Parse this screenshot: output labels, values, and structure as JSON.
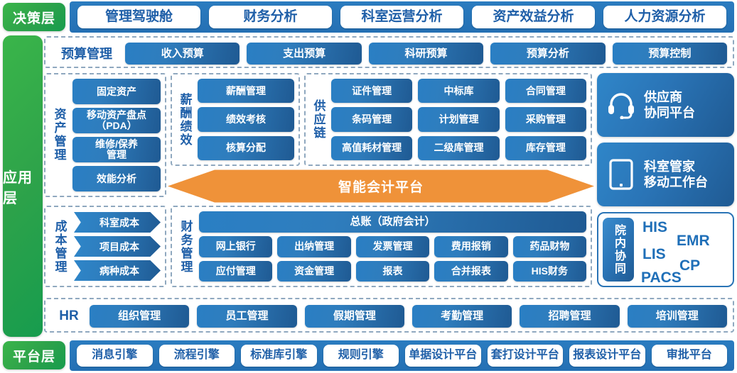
{
  "layers": {
    "decision": "决策层",
    "application": "应用层",
    "platform": "平台层"
  },
  "decision_bar": {
    "items": [
      "管理驾驶舱",
      "财务分析",
      "科室运营分析",
      "资产效益分析",
      "人力资源分析"
    ]
  },
  "budget": {
    "label": "预算管理",
    "items": [
      "收入预算",
      "支出预算",
      "科研预算",
      "预算分析",
      "预算控制"
    ]
  },
  "asset": {
    "label": "资产管理",
    "items": [
      "固定资产",
      "移动资产盘点\n（PDA）",
      "维修/保养\n管理",
      "效能分析"
    ]
  },
  "salary": {
    "label": "薪酬绩效",
    "items": [
      "薪酬管理",
      "绩效考核",
      "核算分配"
    ]
  },
  "supply": {
    "label": "供应链",
    "items": [
      "证件管理",
      "中标库",
      "合同管理",
      "条码管理",
      "计划管理",
      "采购管理",
      "高值耗材管理",
      "二级库管理",
      "库存管理"
    ]
  },
  "center_platform": {
    "title": "智能会计平台",
    "color": "#ef9239"
  },
  "cost": {
    "label": "成本管理",
    "items": [
      "科室成本",
      "项目成本",
      "病种成本"
    ]
  },
  "finance": {
    "label": "财务管理",
    "ledger": "总账（政府会计）",
    "row1": [
      "网上银行",
      "出纳管理",
      "发票管理",
      "费用报销",
      "药品财物"
    ],
    "row2": [
      "应付管理",
      "资金管理",
      "报表",
      "合并报表",
      "HIS财务"
    ]
  },
  "right_cards": {
    "supplier": {
      "title": "供应商\n协同平台",
      "icon": "headset-icon"
    },
    "mobile": {
      "title": "科室管家\n移动工作台",
      "icon": "tablet-icon"
    },
    "coordination": {
      "tag": "院内协同",
      "systems": [
        "HIS",
        "EMR",
        "LIS",
        "CP",
        "PACS"
      ]
    }
  },
  "hr": {
    "label": "HR",
    "items": [
      "组织管理",
      "员工管理",
      "假期管理",
      "考勤管理",
      "招聘管理",
      "培训管理"
    ]
  },
  "platform_bar": {
    "items": [
      "消息引擎",
      "流程引擎",
      "标准库引擎",
      "规则引擎",
      "单据设计平台",
      "套打设计平台",
      "报表设计平台",
      "审批平台"
    ]
  },
  "colors": {
    "green": "#2ea34a",
    "blue": "#2470b4",
    "deep_blue": "#1f5a93",
    "orange": "#ef9239",
    "label_blue": "#1f5fa8"
  }
}
